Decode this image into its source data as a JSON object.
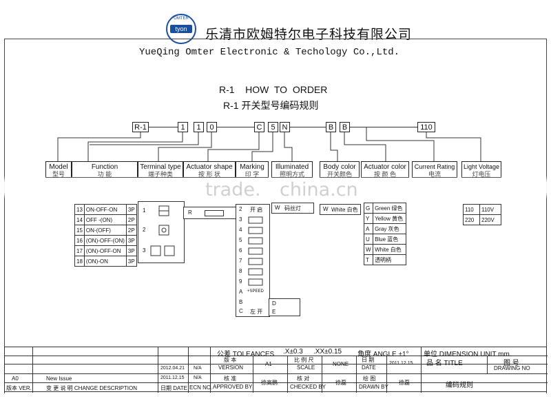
{
  "header": {
    "company_cn": "乐清市欧姆特尔电子科技有限公司",
    "company_en": "YueQing Omter Electronic & Techology Co.,Ltd.",
    "logo_text": "OMTER",
    "logo_inner": "tyon"
  },
  "title": {
    "en": "R-1    HOW  TO  ORDER",
    "cn": "R-1  开关型号编码规则"
  },
  "code_boxes": [
    "R-1",
    "1",
    "1",
    "0",
    "C",
    "5",
    "N",
    "B",
    "B",
    "110"
  ],
  "columns": [
    {
      "en": "Model",
      "cn": "型号"
    },
    {
      "en": "Function",
      "cn": "功  能"
    },
    {
      "en": "Terminal type",
      "cn": "端子种类"
    },
    {
      "en": "Actuator shape",
      "cn": "按  形  状"
    },
    {
      "en": "Marking",
      "cn": "印  字"
    },
    {
      "en": "Illuminated",
      "cn": "照明方式"
    },
    {
      "en": "Body color",
      "cn": "开关颜色"
    },
    {
      "en": "Actuator color",
      "cn": "按 颜 色"
    },
    {
      "en": "Current Rating",
      "cn": "电流"
    },
    {
      "en": "Light Voltage",
      "cn": "灯电压"
    }
  ],
  "watermark": {
    "left": "trade.",
    "right": "china.cn"
  },
  "function_rows": [
    {
      "no": "13",
      "name": "ON-OFF-ON",
      "p": "3P"
    },
    {
      "no": "14",
      "name": "OFF -(ON)",
      "p": "2P"
    },
    {
      "no": "15",
      "name": "ON-(OFF)",
      "p": "2P"
    },
    {
      "no": "16",
      "name": "(ON)-OFF-(ON)",
      "p": "3P"
    },
    {
      "no": "17",
      "name": "(ON)-OFF-ON",
      "p": "3P"
    },
    {
      "no": "18",
      "name": "(ON)-ON",
      "p": "3P"
    }
  ],
  "terminal_rows": [
    "1",
    "2",
    "3"
  ],
  "actuator_row": {
    "code": "R"
  },
  "marking_rows": [
    "2",
    "3",
    "4",
    "5",
    "6",
    "7",
    "8",
    "9",
    "A",
    "B",
    "C"
  ],
  "marking_extra": [
    {
      "code": "D"
    },
    {
      "code": "E"
    }
  ],
  "marking_labels": {
    "r2": "开 启",
    "rA": "+SPEED",
    "rC": "左 开"
  },
  "illuminated_row": {
    "code": "W",
    "text": "码丝灯"
  },
  "body_row": {
    "code": "W",
    "text": "White 白色"
  },
  "actuator_colors": [
    {
      "code": "G",
      "text": "Green 绿色"
    },
    {
      "code": "Y",
      "text": "Yellow 黄色"
    },
    {
      "code": "A",
      "text": "Gray 灰色"
    },
    {
      "code": "U",
      "text": "Blue  蓝色"
    },
    {
      "code": "W",
      "text": "White 白色"
    },
    {
      "code": "T",
      "text": "透明柄"
    }
  ],
  "voltage_rows": [
    {
      "code": "110",
      "text": "110V"
    },
    {
      "code": "220",
      "text": "220V"
    }
  ],
  "title_block": {
    "tol_cn": "公差 TOLEANCES",
    "tol1": ".X±0.3",
    ".tol2": "",
    "tol2": ".XX±0.15",
    "angle": "角度 ANGLE ±1°",
    "unit": "单位  DIMENSION UNIT     mm.",
    "name_label": "品  名    TITLE",
    "drawing_no": "图  号",
    "drawing_no_en": "DRAWING NO",
    "version_cn": "版  本",
    "version_en": "VERSION",
    "version_val": "A1",
    "scale_cn": "比 例 尺",
    "scale_en": "SCALE",
    "scale_val": "NONE",
    "date_cn": "日  期",
    "date_en": "DATE",
    "date_val": "2011.12.15",
    "approved_cn": "核  准",
    "approved_en": "APPROVED BY",
    "approved_val": "徐高鹏",
    "checked_cn": "核  对",
    "checked_en": "CHECKED BY",
    "checked_val": "徐磊",
    "drawn_cn": "绘  图",
    "drawn_en": "DRAWN BY",
    "drawn_val": "徐磊",
    "title_val": "编码规则",
    "rev_date1": "2012.04.21",
    "rev_na1": "N/A",
    "rev_date2": "2011.12.15",
    "rev_na2": "N/A",
    "a0": "A0",
    "new_issue": "New Issue",
    "ver_label": "版本 VER.",
    "change_label": "变 更 说 明  CHANGE DESCRIPTION",
    "date_label": "日期 DATE",
    "ecn_label": "ECN NO."
  }
}
